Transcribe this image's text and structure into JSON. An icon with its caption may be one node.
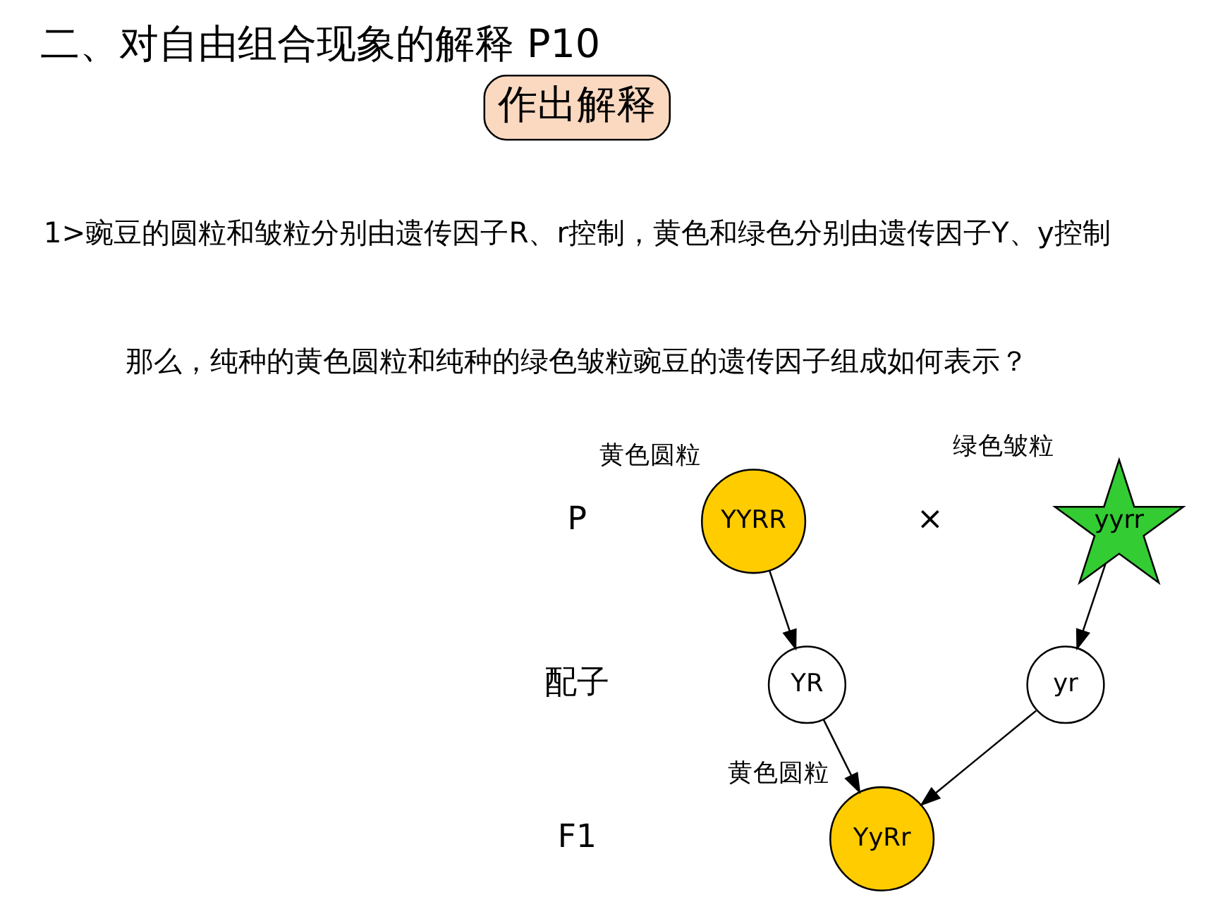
{
  "diagram": {
    "title": "二、对自由组合现象的解释 P10",
    "nodes": [
      {
        "text": [
          "作出解释"
        ]
      },
      {
        "text": [
          "YYRR"
        ],
        "beside": [
          "黄色圆粒"
        ]
      },
      {
        "text": [
          "yyrr"
        ],
        "beside": [
          "绿色皱粒"
        ]
      },
      {
        "text": [
          "YR"
        ]
      },
      {
        "text": [
          "yr"
        ]
      },
      {
        "text": [
          "YyRr"
        ],
        "beside": [
          "黄色圆粒"
        ]
      }
    ],
    "edges": [
      {
        "from": 1,
        "to": 3,
        "arrow": "to"
      },
      {
        "from": 2,
        "to": 4,
        "arrow": "to"
      },
      {
        "from": 3,
        "to": 5,
        "arrow": "to"
      },
      {
        "from": 4,
        "to": 5,
        "arrow": "to"
      }
    ],
    "labels": [
      "1>豌豆的圆粒和皱粒分别由遗传因子R、r控制，黄色和绿色分别由遗传因子Y、y控制",
      "那么，纯种的黄色圆粒和纯种的绿色皱粒豌豆的遗传因子组成如何表示？",
      "P",
      "×",
      "配子",
      "F1"
    ]
  }
}
